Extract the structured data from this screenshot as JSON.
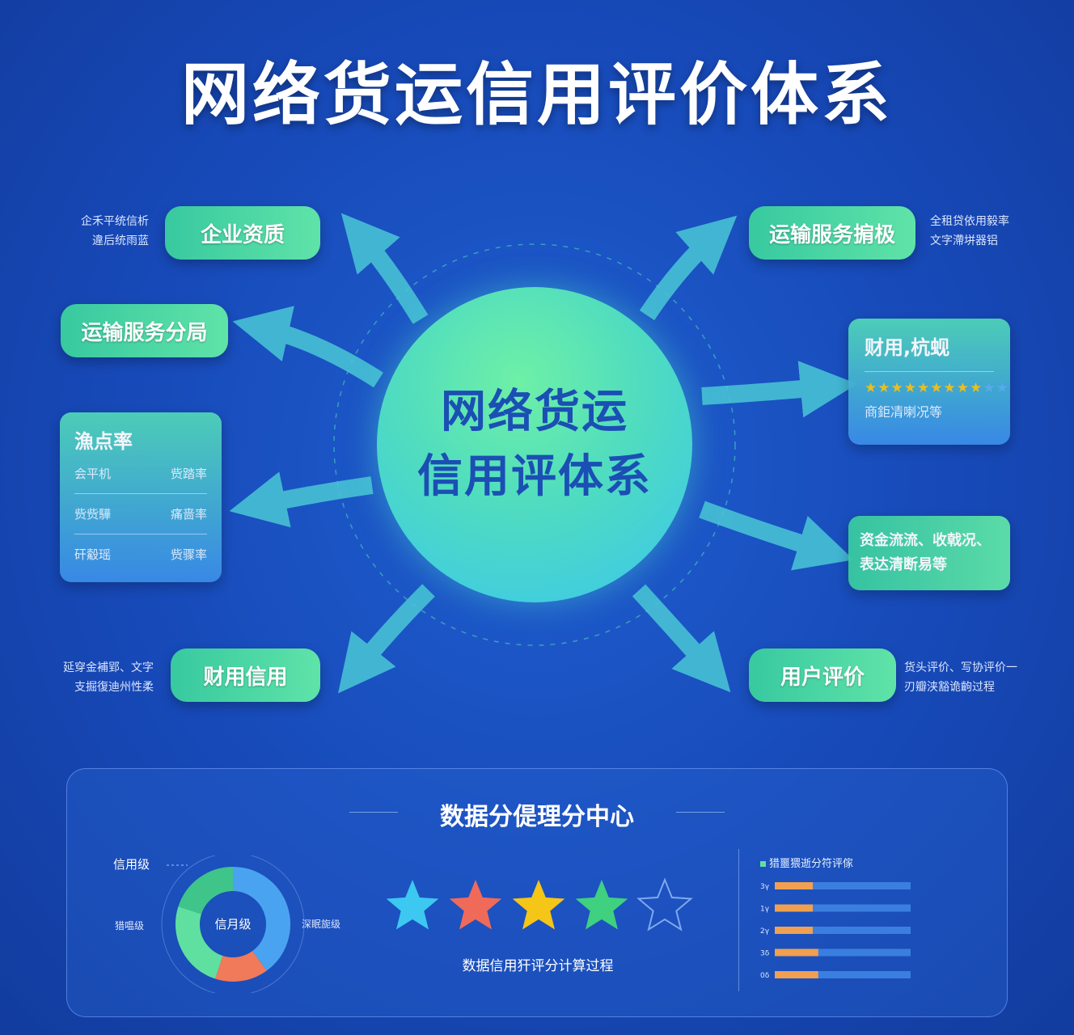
{
  "title": "网络货运信用评价体系",
  "center": {
    "line1": "网络货运",
    "line2": "信用评体系"
  },
  "nodes": {
    "top_left": {
      "label": "企业资质",
      "note1": "企禾平统信析",
      "note2": "違后统雨蓝"
    },
    "mid_left": {
      "label": "运输服务分局"
    },
    "bottom_left": {
      "label": "财用信用",
      "note1": "延穿金補郢、文字",
      "note2": "支掘復迪州性柔"
    },
    "top_right": {
      "label": "运输服务掮极",
      "note1": "全租贷依用毅率",
      "note2": "文字滯垪器铝"
    },
    "bottom_right": {
      "label": "用户评价",
      "note1": "货头评价、写协评价一",
      "note2": "刃瓣浃豁诡齣过程"
    },
    "fund": {
      "line1": "资金流流、收戟况、",
      "line2": "表达清断易等"
    }
  },
  "left_card": {
    "title": "漁点率",
    "rows": [
      {
        "left": "会平机",
        "right": "赀踏率"
      },
      {
        "left": "赀赀驊",
        "right": "痛啬率"
      },
      {
        "left": "矸觳瑶",
        "right": "赀骤率"
      }
    ]
  },
  "right_card": {
    "title": "财用,杭蚬",
    "rating": 9,
    "max": 11,
    "caption": "商鉅凊喇况等",
    "star_color": "#f5c518",
    "empty_star_color": "#5ab0f0"
  },
  "panel": {
    "title": "数据分偍理分中心",
    "donut": {
      "label_top": "信用级",
      "label_left": "猎嗢级",
      "label_right": "深眠旎级",
      "center_text": "信月级",
      "segments": [
        {
          "value": 40,
          "color": "#4aa3f0"
        },
        {
          "value": 15,
          "color": "#f07a5a"
        },
        {
          "value": 25,
          "color": "#5fe0a0"
        },
        {
          "value": 20,
          "color": "#3fc48a"
        }
      ]
    },
    "stars": [
      "#3cc8f0",
      "#f06a5a",
      "#f5c518",
      "#3fd080",
      "outline"
    ],
    "stars_caption": "数据信用犴评分计算过程",
    "bars": {
      "title": "猎噩猥逝分符评傢",
      "labels": [
        "3γ",
        "1γ",
        "2γ",
        "3δ",
        "0δ"
      ],
      "values": [
        0.28,
        0.28,
        0.28,
        0.32,
        0.32
      ],
      "fill_color": "#f0a050",
      "track_color": "#3a7fe0"
    }
  }
}
